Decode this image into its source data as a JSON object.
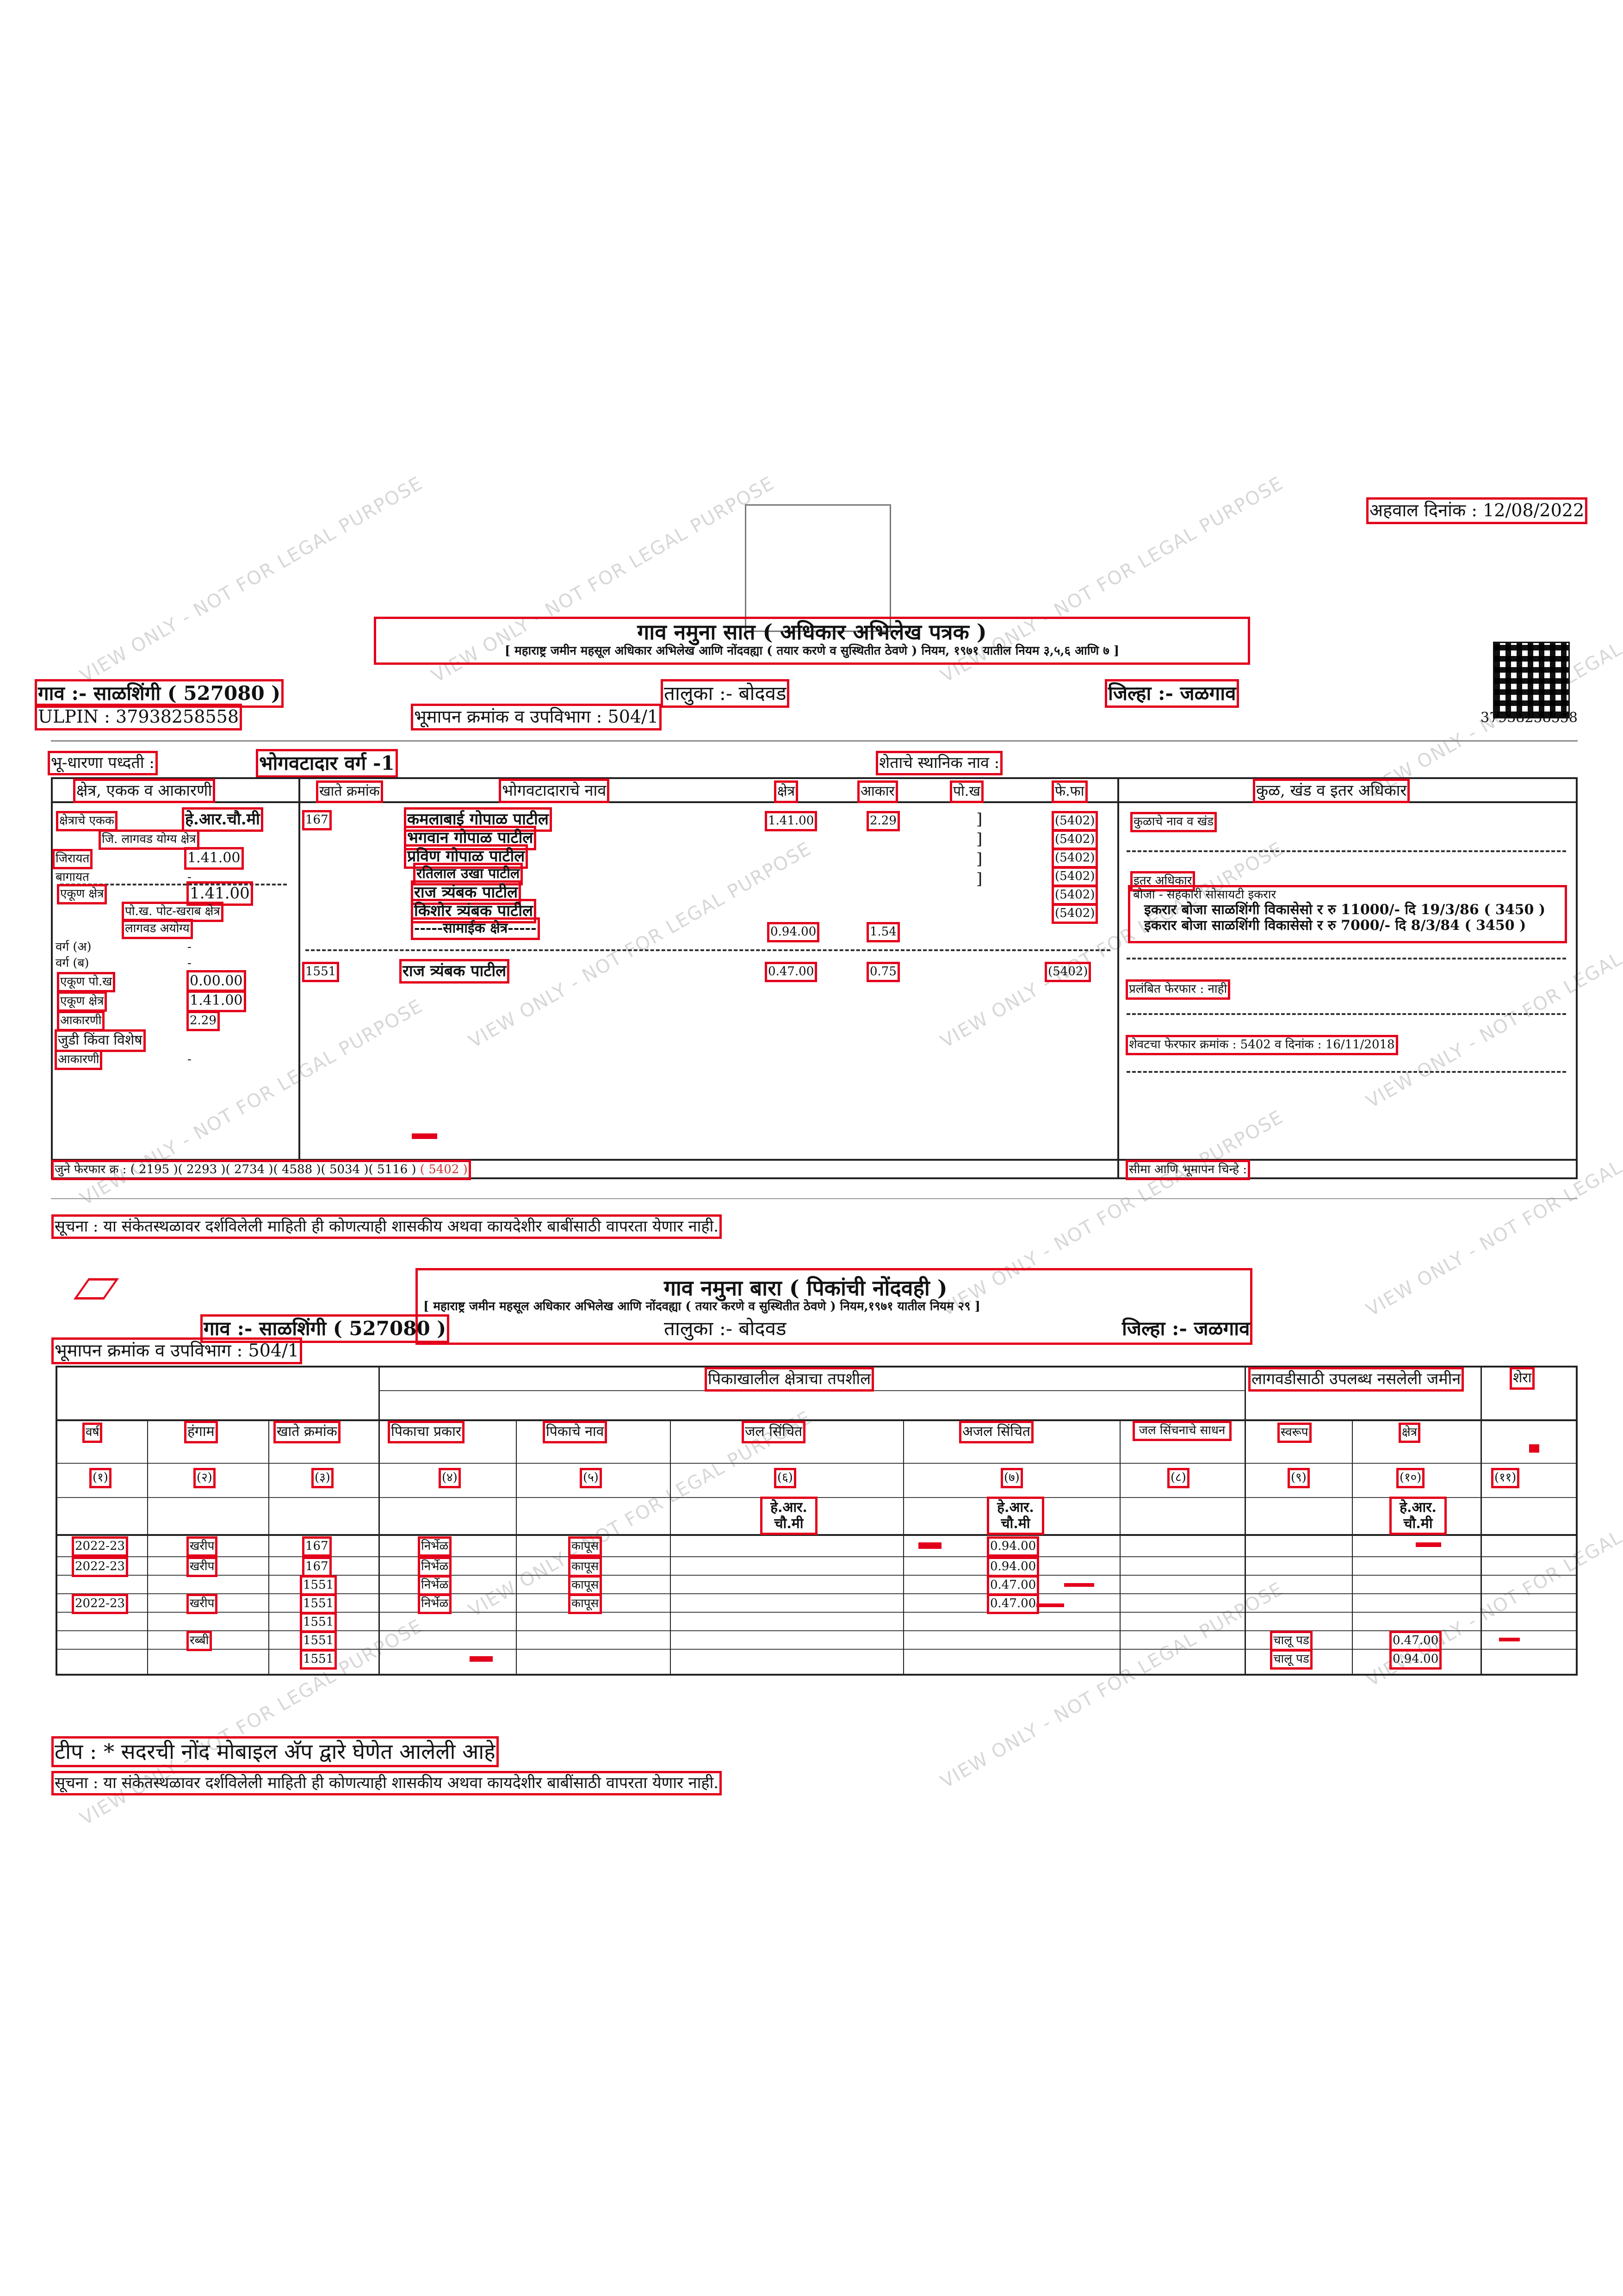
{
  "report_date": "अहवाल दिनांक : 12/08/2022",
  "watermark": "VIEW ONLY - NOT FOR LEGAL PURPOSE",
  "form7": {
    "title": "गाव नमुना सात ( अधिकार अभिलेख पत्रक )",
    "subtitle": "[ महाराष्ट्र जमीन महसूल अधिकार अभिलेख आणि नोंदवह्या ( तयार करणे व सुस्थितीत ठेवणे ) नियम, १९७१ यातील नियम ३,५,६ आणि ७ ]",
    "village": "गाव :- साळशिंगी ( 527080 )",
    "taluka": "तालुका :- बोदवड",
    "district": "जिल्हा :- जळगाव",
    "ulpin": "ULPIN : 37938258558",
    "qr_number": "37938258558",
    "survey_no": "भूमापन क्रमांक व उपविभाग : 504/1",
    "tenure_label": "भू-धारणा पध्दती :",
    "tenure_value": "भोगवटादार वर्ग -1",
    "local_name": "शेताचे स्थानिक नाव :",
    "headers": {
      "area_unit": "क्षेत्र, एकक व आकारणी",
      "account_no": "खाते क्रमांक",
      "holder_name": "भोगवटादाराचे नाव",
      "area": "क्षेत्र",
      "assessment": "आकार",
      "pot_kharab": "पो.ख",
      "fer_far": "फे.फा",
      "other_rights": "कुळ, खंड व इतर अधिकार"
    },
    "left_col": {
      "unit_header": "क्षेत्राचे एकक",
      "unit_value": "हे.आर.चौ.मी",
      "cultivable_label": "जि. लागवड योग्य क्षेत्र",
      "jirayat": "जिरायत",
      "jirayat_value": "1.41.00",
      "bagayat": "बागायत",
      "total_label": "एकूण क्षेत्र",
      "total_value": "1.41.00",
      "pot_label": "पो.ख. पोट-खराब क्षेत्र",
      "class_label": "लागवड अयोग्य",
      "varg_a": "वर्ग (अ)",
      "varg_b": "वर्ग (ब)",
      "pot_total_label": "एकूण पो.ख",
      "pot_total_value": "0.00.00",
      "grand_total_label": "एकूण क्षेत्र",
      "grand_total_value": "1.41.00",
      "assessment_label": "आकारणी",
      "assessment_value": "2.29",
      "judi_label": "जुडी किंवा विशेष",
      "judi_value2": "आकारणी",
      "dash": "-"
    },
    "account1": "167",
    "holders1": [
      "कमलाबाई गोपाळ पाटील",
      "भगवान गोपाळ पाटील",
      "प्रविण गोपाळ पाटील",
      "रतिलाल उखा पाटील",
      "राज त्र्यंबक पाटील",
      "किशोर त्र्यंबक पाटील",
      "-----सामाईक क्षेत्र-----"
    ],
    "common_area": "0.94.00",
    "common_assess": "1.54",
    "mutations1": [
      "(5402)",
      "(5402)",
      "(5402)",
      "(5402)",
      "(5402)",
      "(5402)"
    ],
    "area1": "1.41.00",
    "assess1": "2.29",
    "account2": "1551",
    "holder2": "राज त्र्यंबक पाटील",
    "area2": "0.47.00",
    "assess2": "0.75",
    "mutation2": "(5402)",
    "other_rights": {
      "heading": "कुळाचे नाव व खंड",
      "etar_heading": "इतर अधिकार",
      "boja_line": "बोजा - सहकारी सोसायटी इकरार",
      "ikrar1": "इकरार बोजा साळशिंगी विकासेसो र रु 11000/- दि 19/3/86 ( 3450 )",
      "ikrar2": "इकरार बोजा साळशिंगी विकासेसो र रु 7000/- दि 8/3/84 ( 3450 )",
      "pending": "प्रलंबित फेरफार : नाही",
      "last_mutation": "शेवटचा फेरफार क्रमांक : 5402 व दिनांक : 16/11/2018",
      "boundary": "सीमा आणि भूमापन चिन्हे :"
    },
    "old_mutations_label": "जुने फेरफार क्र :",
    "old_mutations": "( 2195 )( 2293 )( 2734 )( 4588 )( 5034 )( 5116 )",
    "old_mutation_last": "( 5402 )",
    "notice": "सूचना : या संकेतस्थळावर दर्शविलेली माहिती ही कोणत्याही शासकीय अथवा कायदेशीर बाबींसाठी वापरता येणार नाही."
  },
  "form12": {
    "title": "गाव नमुना बारा ( पिकांची नोंदवही )",
    "subtitle": "[ महाराष्ट्र जमीन महसूल अधिकार अभिलेख आणि नोंदवह्या ( तयार करणे व सुस्थितीत ठेवणे ) नियम,१९७१ यातील नियम २९ ]",
    "village": "गाव :- साळशिंगी ( 527080 )",
    "taluka": "तालुका :- बोदवड",
    "district": "जिल्हा :- जळगाव",
    "survey_no": "भूमापन क्रमांक व उपविभाग : 504/1",
    "group_crop": "पिकाखालील क्षेत्राचा तपशील",
    "group_unavail": "लागवडीसाठी उपलब्ध नसलेली जमीन",
    "remarks": "शेरा",
    "headers": [
      "वर्ष",
      "हंगाम",
      "खाते क्रमांक",
      "पिकाचा प्रकार",
      "पिकाचे नाव",
      "जल सिंचित",
      "अजल सिंचित",
      "जल सिंचनाचे साधन",
      "स्वरूप",
      "क्षेत्र"
    ],
    "col_nums": [
      "(१)",
      "(२)",
      "(३)",
      "(४)",
      "(५)",
      "(६)",
      "(७)",
      "(८)",
      "(९)",
      "(१०)",
      "(११)"
    ],
    "unit": "हे.आर. चौ.मी",
    "rows": [
      {
        "year": "2022-23",
        "season": "खरीप",
        "acct": "167",
        "type": "निर्भेळ",
        "crop": "कापूस",
        "dry": "0.94.00"
      },
      {
        "year": "2022-23",
        "season": "खरीप",
        "acct": "167",
        "type": "निर्भेळ",
        "crop": "कापूस",
        "dry": "0.94.00"
      },
      {
        "year": "",
        "season": "",
        "acct": "1551",
        "type": "निर्भेळ",
        "crop": "कापूस",
        "dry": "0.47.00"
      },
      {
        "year": "2022-23",
        "season": "खरीप",
        "acct": "1551",
        "type": "निर्भेळ",
        "crop": "कापूस",
        "dry": "0.47.00"
      },
      {
        "year": "",
        "season": "",
        "acct": "1551",
        "type": "",
        "crop": "",
        "dry": ""
      },
      {
        "year": "",
        "season": "रब्बी",
        "acct": "1551",
        "type": "",
        "crop": "",
        "dry": ""
      },
      {
        "year": "",
        "season": "",
        "acct": "1551",
        "type": "",
        "crop": "",
        "dry": ""
      }
    ],
    "fallow1_label": "चालू पड",
    "fallow1_value": "0.47.00",
    "fallow2_label": "चालू पड",
    "fallow2_value": "0.94.00"
  },
  "tip": "टीप : * सदरची नोंद मोबाइल अ‍ॅप द्वारे घेणेत आलेली आहे",
  "notice2": "सूचना : या संकेतस्थळावर दर्शविलेली माहिती ही कोणत्याही शासकीय अथवा कायदेशीर बाबींसाठी वापरता येणार नाही."
}
